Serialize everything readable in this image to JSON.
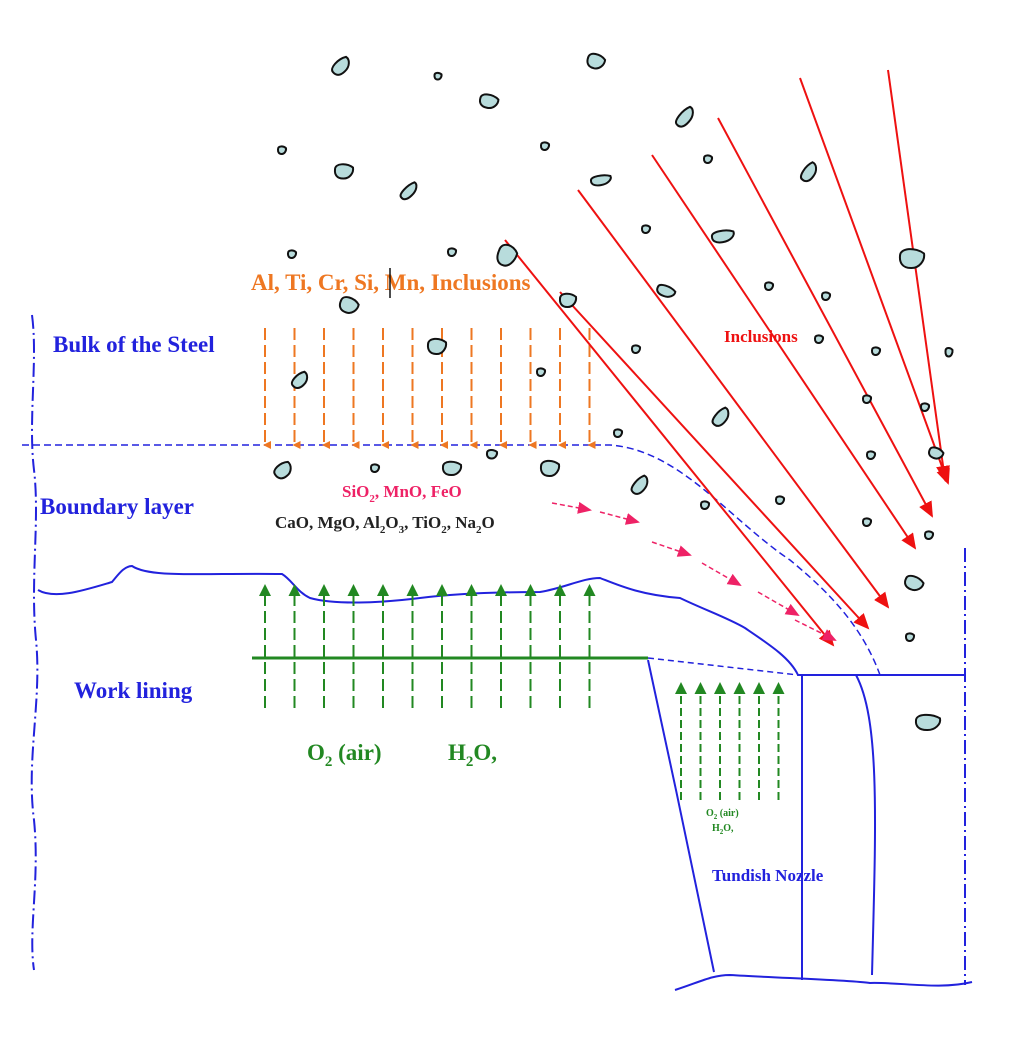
{
  "colors": {
    "region_blue": "#2222dd",
    "orange": "#ee7722",
    "green": "#228822",
    "red": "#ee1111",
    "pink": "#ee2266",
    "black": "#222222",
    "inclusion_fill": "#b8dcdc",
    "inclusion_stroke": "#111111"
  },
  "labels": {
    "bulk_of_steel": "Bulk of the Steel",
    "boundary_layer": "Boundary layer",
    "work_lining": "Work lining",
    "tundish_nozzle": "Tundish Nozzle",
    "inclusions_red": "Inclusions",
    "elements_orange": "Al, Ti, Cr, Si, Mn, Inclusions",
    "oxides_pink": {
      "a": "SiO",
      "a_sub": "2",
      "b": ", MnO, FeO"
    },
    "oxides_black": {
      "p1": "CaO, MgO, Al",
      "s1": "2",
      "p2": "O",
      "s2": "3",
      "p3": ", TiO",
      "s3": "2",
      "p4": ", Na",
      "s4": "2",
      "p5": "O"
    },
    "o2_air": {
      "p1": "O",
      "s1": "2",
      "p2": " (air)"
    },
    "h2o": {
      "p1": "H",
      "s1": "2",
      "p2": "O,"
    },
    "nozzle_o2": {
      "p1": "O",
      "s1": "2",
      "p2": " (air)"
    },
    "nozzle_h2o": {
      "p1": "H",
      "s1": "2",
      "p2": "O,"
    }
  },
  "arrow_groups": {
    "orange_down_count": 12,
    "green_up_count": 12,
    "nozzle_green_up_count": 6,
    "red_diagonal_count": 7,
    "pink_dashed_count": 5
  }
}
